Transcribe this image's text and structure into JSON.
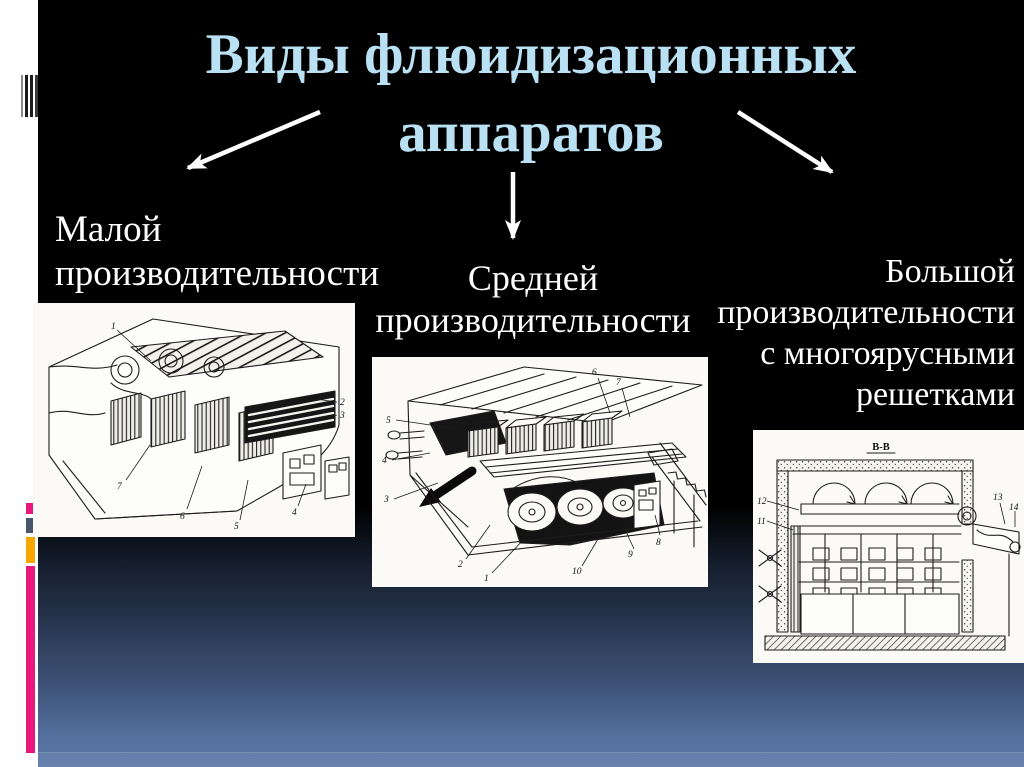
{
  "slide": {
    "title": "Виды флюидизационных аппаратов",
    "labels": {
      "small": "Малой\nпроизводительности",
      "medium": "Средней\nпроизводительности",
      "large": "Большой\nпроизводительности\nс многоярусными\nрешетками"
    },
    "figures": {
      "small": {
        "parts": [
          "1",
          "2",
          "3",
          "7",
          "6",
          "5",
          "4"
        ]
      },
      "medium": {
        "parts": [
          "5",
          "4",
          "3",
          "2",
          "1",
          "6",
          "7",
          "8",
          "9",
          "10"
        ]
      },
      "large": {
        "section_caption": "В-В",
        "parts": [
          "12",
          "11",
          "13",
          "14"
        ]
      }
    },
    "colors": {
      "title_text": "#b9e1f3",
      "label_text": "#ffffff",
      "bg_top": "#000000",
      "bg_bottom": "#5e79a8",
      "sidebar": "#ffffff",
      "accent_pink": "#e8187c",
      "accent_slate": "#47566b",
      "accent_amber": "#f7a600"
    }
  }
}
